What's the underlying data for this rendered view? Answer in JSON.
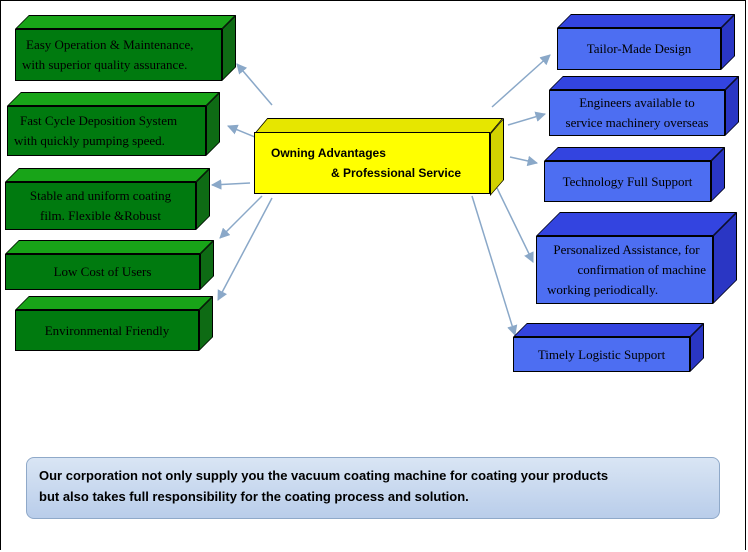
{
  "center": {
    "line1": "Owning Advantages",
    "line2": "& Professional Service"
  },
  "left_items": [
    {
      "lines": [
        "Easy Operation  & Maintenance,",
        "with superior quality assurance."
      ]
    },
    {
      "lines": [
        "Fast Cycle Deposition System",
        "with quickly pumping speed."
      ]
    },
    {
      "lines": [
        "Stable and uniform coating",
        "film.    Flexible &Robust"
      ]
    },
    {
      "lines": [
        "Low Cost of Users"
      ]
    },
    {
      "lines": [
        "Environmental Friendly"
      ]
    }
  ],
  "right_items": [
    {
      "lines": [
        "Tailor-Made Design"
      ]
    },
    {
      "lines": [
        "Engineers available to",
        "service machinery overseas"
      ]
    },
    {
      "lines": [
        "Technology Full Support"
      ]
    },
    {
      "lines": [
        "Personalized Assistance, for",
        "confirmation  of  machine",
        "working periodically."
      ]
    },
    {
      "lines": [
        "Timely Logistic Support"
      ]
    }
  ],
  "note": {
    "line1": "Our corporation not only supply you the vacuum coating machine for coating your products",
    "line2": "but also takes full responsibility for the coating process and solution."
  },
  "colors": {
    "green_face": "#007a0f",
    "blue_face": "#4d6ef2",
    "center_face": "#ffff00",
    "arrow": "#8aa8c8",
    "note_bg": "#c9d9ef"
  }
}
